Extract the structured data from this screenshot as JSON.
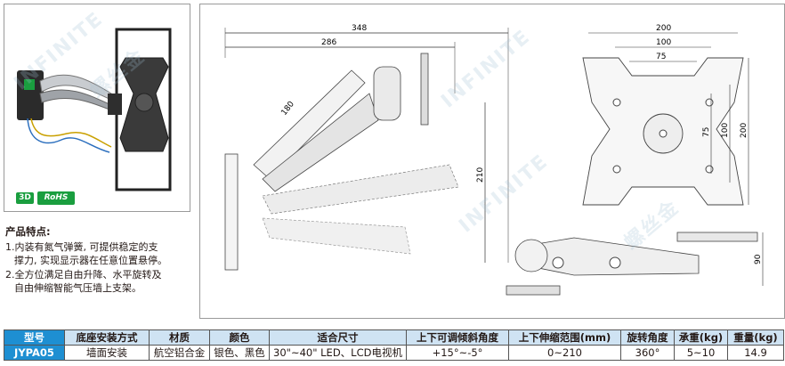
{
  "badges": {
    "three_d": "3D",
    "rohs": "RoHS"
  },
  "features": {
    "title": "产品特点:",
    "items": [
      {
        "first": "1.内装有氮气弹簧, 可提供稳定的支",
        "rest": "撑力, 实现显示器在任意位置悬停。"
      },
      {
        "first": "2.全方位满足自由升降、水平旋转及",
        "rest": "自由伸缩智能气压墙上支架。"
      }
    ]
  },
  "dimensions": {
    "total_reach": "348",
    "arm_reach": "286",
    "arm_length": "180",
    "height_range": "210",
    "plate_w200": "200",
    "plate_w100": "100",
    "plate_w75": "75",
    "plate_h75": "75",
    "plate_h100": "100",
    "plate_h200": "200",
    "side_height": "90"
  },
  "watermark": {
    "en": "INFINITE",
    "cn": "螺丝金"
  },
  "spec_table": {
    "headers": [
      "型号",
      "底座安装方式",
      "材质",
      "颜色",
      "适合尺寸",
      "上下可调倾斜角度",
      "上下伸缩范围(mm)",
      "旋转角度",
      "承重(kg)",
      "重量(kg)"
    ],
    "row": [
      "JYPA05",
      "墙面安装",
      "航空铝合金",
      "银色、黑色",
      "30\"~40\" LED、LCD电视机",
      "+15°~-5°",
      "0~210",
      "360°",
      "5~10",
      "14.9"
    ]
  },
  "colors": {
    "model_blue": "#1e8fd2",
    "header_blue": "#cfe3f3",
    "badge_green": "#1a9e3f"
  }
}
